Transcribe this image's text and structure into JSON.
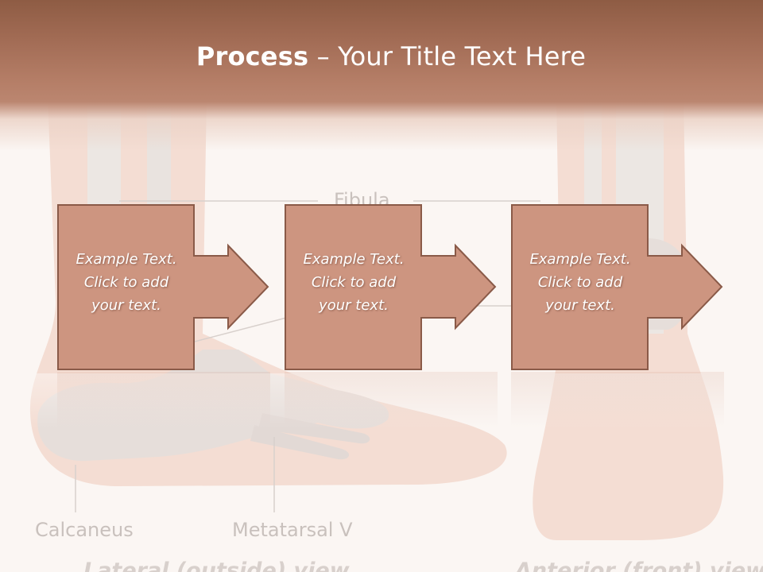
{
  "title": {
    "bold": "Process",
    "rest": " – Your Title Text Here"
  },
  "background_labels": {
    "fibula": "Fibula",
    "calcaneus": "Calcaneus",
    "metatarsal": "Metatarsal V",
    "lateral_view": "Lateral (outside) view",
    "anterior_view": "Anterior (front) view"
  },
  "steps": [
    {
      "line1": "Example Text.",
      "line2": "Click  to add",
      "line3": "your text."
    },
    {
      "line1": "Example Text.",
      "line2": "Click  to add",
      "line3": "your text."
    },
    {
      "line1": "Example Text.",
      "line2": "Click  to add",
      "line3": "your text."
    }
  ],
  "colors": {
    "header": "#a06a53",
    "box_fill": "#cd9580",
    "box_border": "#8a5a48",
    "background": "#fbf6f3",
    "text": "#ffffff"
  }
}
